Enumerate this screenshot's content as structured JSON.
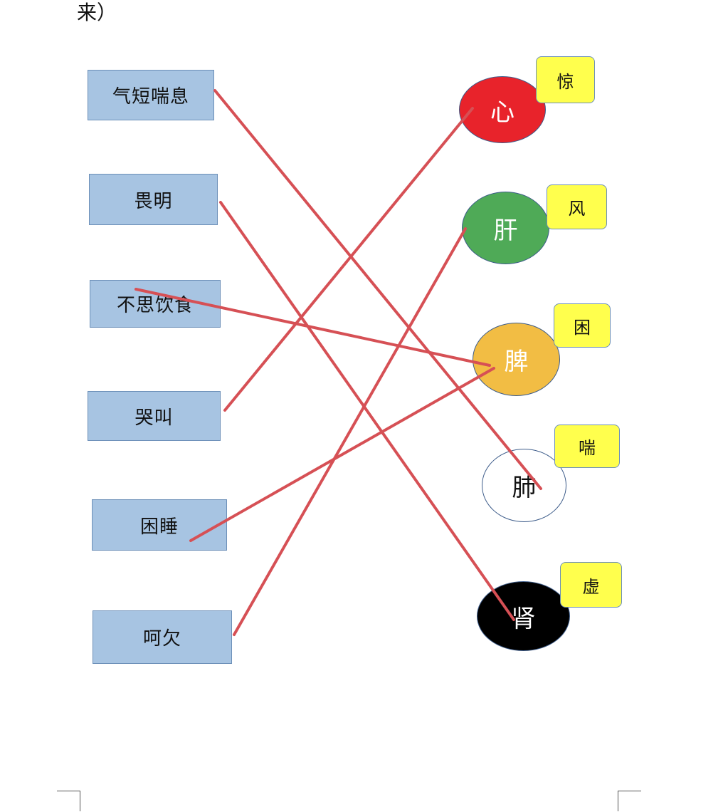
{
  "header": {
    "text": "来）"
  },
  "symptoms": [
    {
      "label": "气短喘息"
    },
    {
      "label": "畏明"
    },
    {
      "label": "不思饮食"
    },
    {
      "label": "哭叫"
    },
    {
      "label": "困睡"
    },
    {
      "label": "呵欠"
    }
  ],
  "organs": [
    {
      "label": "心",
      "tag": "惊",
      "fill": "#e8232b",
      "text_color": "#ffffff"
    },
    {
      "label": "肝",
      "tag": "风",
      "fill": "#4faa57",
      "text_color": "#ffffff"
    },
    {
      "label": "脾",
      "tag": "困",
      "fill": "#f2bd44",
      "text_color": "#ffffff"
    },
    {
      "label": "肺",
      "tag": "喘",
      "fill": "#ffffff",
      "text_color": "#111111"
    },
    {
      "label": "肾",
      "tag": "虚",
      "fill": "#000000",
      "text_color": "#ffffff"
    }
  ],
  "line_color": "#d65055",
  "connections": [
    {
      "from": "气短喘息",
      "to": "肺"
    },
    {
      "from": "畏明",
      "to": "肾"
    },
    {
      "from": "不思饮食",
      "to": "脾"
    },
    {
      "from": "哭叫",
      "to": "心"
    },
    {
      "from": "困睡",
      "to": "脾"
    },
    {
      "from": "呵欠",
      "to": "肝"
    }
  ]
}
